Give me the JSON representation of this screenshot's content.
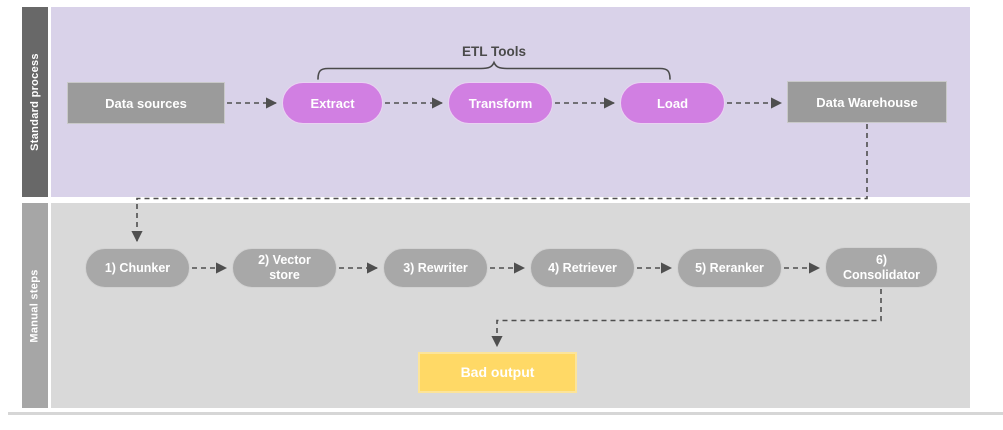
{
  "diagram": {
    "lane1": {
      "label": "Standard process",
      "bracket_label": "ETL Tools",
      "nodes": {
        "data_sources": "Data sources",
        "extract": "Extract",
        "transform": "Transform",
        "load": "Load",
        "data_warehouse": "Data Warehouse"
      }
    },
    "lane2": {
      "label": "Manual steps",
      "nodes": {
        "chunker": "1) Chunker",
        "vector_store": "2) Vector\nstore",
        "rewriter": "3) Rewriter",
        "retriever": "4) Retriever",
        "reranker": "5) Reranker",
        "consolidator": "6)\nConsolidator",
        "bad_output": "Bad output"
      }
    },
    "colors": {
      "lane1_bg": "#d9d2e9",
      "lane1_header": "#686868",
      "lane2_bg": "#d9d9d9",
      "lane2_header": "#a6a6a6",
      "purple_node": "#d17fe2",
      "gray_node": "#9b9b9b",
      "gray_pill": "#a8a8a8",
      "yellow_node": "#ffd966",
      "connector": "#4f4f4f"
    }
  }
}
